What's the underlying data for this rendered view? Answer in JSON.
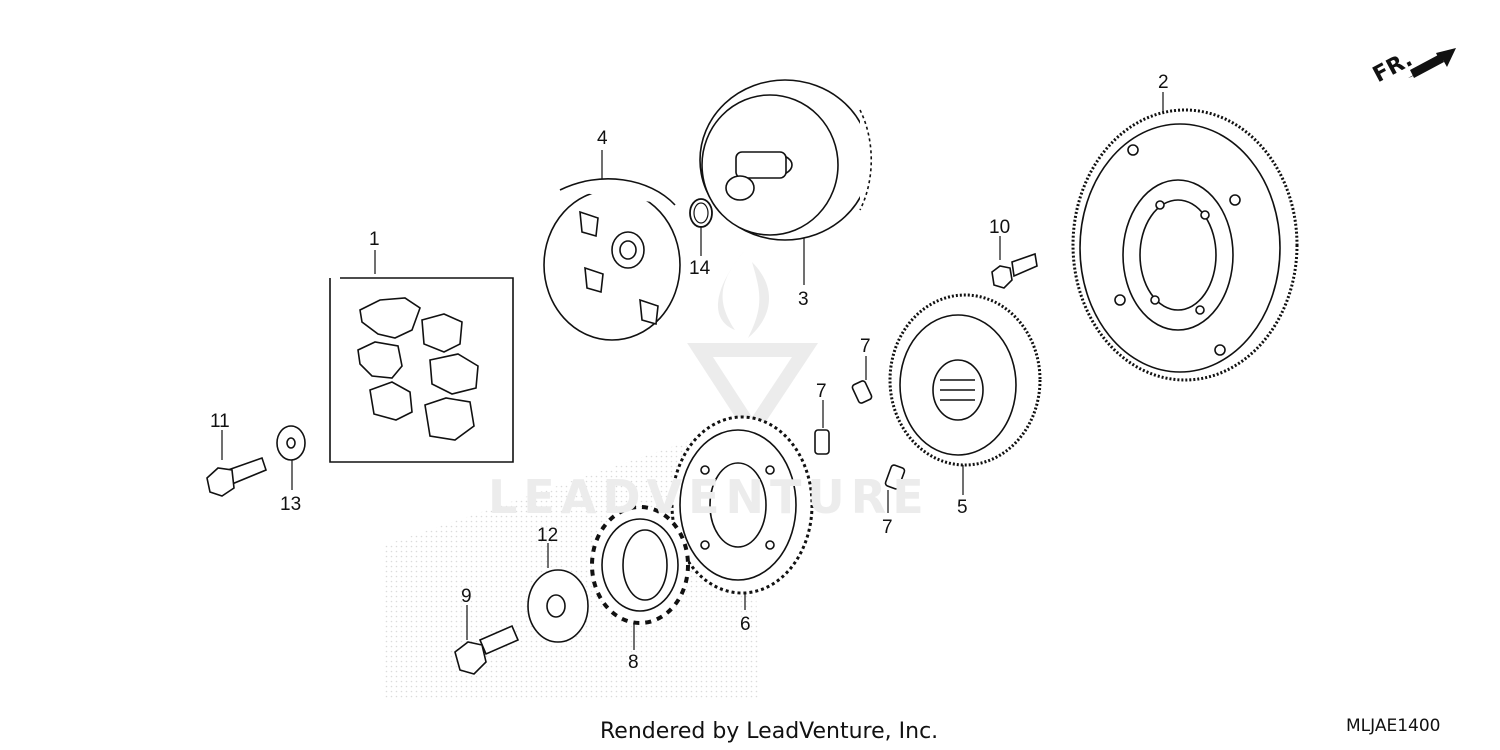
{
  "callouts": {
    "c1": "1",
    "c2": "2",
    "c3": "3",
    "c4": "4",
    "c5": "5",
    "c6": "6",
    "c7a": "7",
    "c7b": "7",
    "c7c": "7",
    "c8": "8",
    "c9": "9",
    "c10": "10",
    "c11": "11",
    "c12": "12",
    "c13": "13",
    "c14": "14"
  },
  "direction_label": "FR.",
  "watermark_text": "LEADVENTURE",
  "footer": {
    "rendered_by": "Rendered by LeadVenture, Inc.",
    "diagram_code": "MLJAE1400"
  },
  "colors": {
    "line": "#111111",
    "watermark": "#e6e6e6"
  }
}
